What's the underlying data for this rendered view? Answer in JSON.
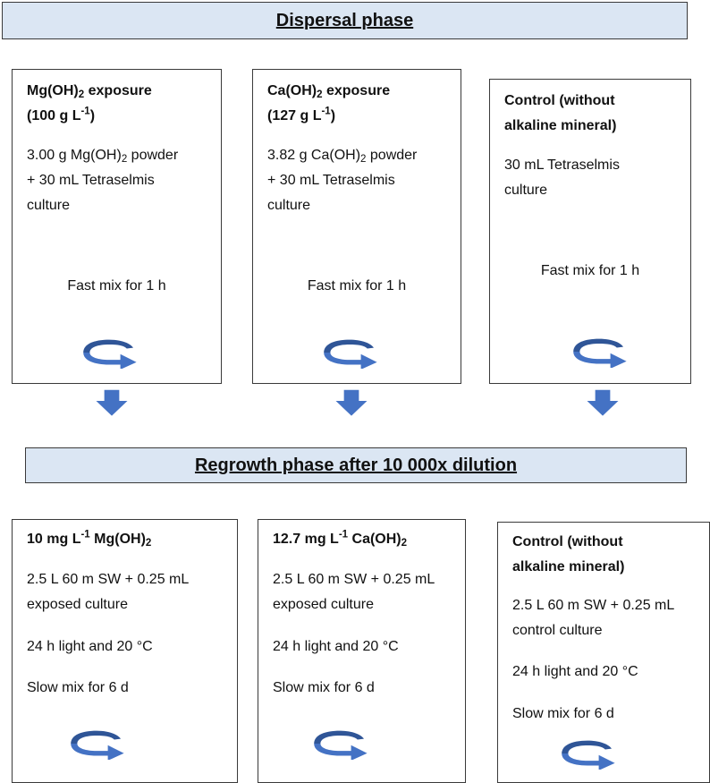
{
  "dispersal_phase": {
    "heading": "Dispersal phase",
    "mg_box": {
      "title_parts": [
        "Mg(OH)",
        "2",
        " exposure"
      ],
      "conc_parts": [
        "(100 g L",
        "-1",
        ")"
      ],
      "line1_parts": [
        "3.00 g Mg(OH)",
        "2",
        " powder"
      ],
      "line2": "+ 30 mL Tetraselmis",
      "line3": "culture",
      "mix": "Fast mix for 1 h"
    },
    "ca_box": {
      "title_parts": [
        "Ca(OH)",
        "2",
        " exposure"
      ],
      "conc_parts": [
        "(127 g L",
        "-1",
        ")"
      ],
      "line1_parts": [
        "3.82 g Ca(OH)",
        "2",
        " powder"
      ],
      "line2": "+ 30 mL Tetraselmis",
      "line3": "culture",
      "mix": "Fast mix for 1 h"
    },
    "control_box": {
      "title_line1": "Control (without",
      "title_line2": "alkaline mineral)",
      "line1": "30 mL Tetraselmis",
      "line2": "culture",
      "mix": "Fast mix for 1 h"
    }
  },
  "regrowth_phase": {
    "heading": "Regrowth phase after 10 000x dilution",
    "mg_box": {
      "title_parts": [
        "10 mg L",
        "-1",
        " Mg(OH)",
        "2"
      ],
      "line1": "2.5 L 60 m SW + 0.25 mL",
      "line2": "exposed culture",
      "line3": "24 h light and 20 °C",
      "mix": "Slow mix for 6 d"
    },
    "ca_box": {
      "title_parts": [
        "12.7 mg L",
        "-1",
        " Ca(OH)",
        "2"
      ],
      "line1": "2.5 L 60 m SW + 0.25 mL",
      "line2": "exposed culture",
      "line3": "24 h light and 20 °C",
      "mix": "Slow mix for 6 d"
    },
    "control_box": {
      "title_line1": "Control (without",
      "title_line2": "alkaline mineral)",
      "line1": "2.5 L 60 m SW + 0.25 mL",
      "line2": "control culture",
      "line3": "24 h light and 20 °C",
      "mix": "Slow mix for 6 d"
    }
  },
  "colors": {
    "banner_fill": "#dbe6f3",
    "arrow_fill": "#4472c4",
    "arrow_dark": "#2f5597",
    "border": "#3a3a3a"
  },
  "icons": {
    "mix_icon": "circular-rotation-arrow-icon",
    "flow_icon": "down-arrow-icon"
  }
}
